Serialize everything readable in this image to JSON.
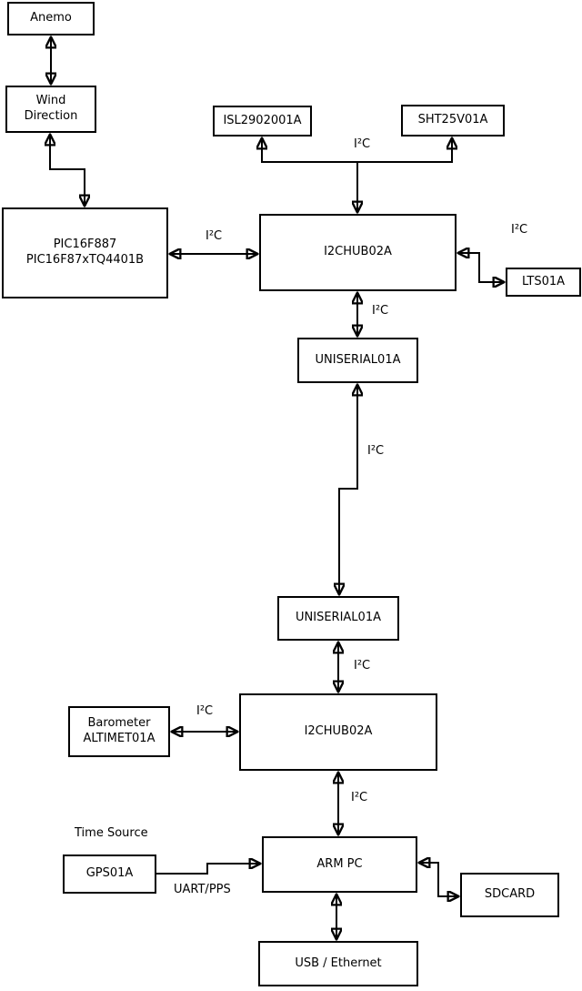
{
  "diagram": {
    "nodes": {
      "anemo": {
        "label": "Anemo"
      },
      "wind": {
        "label": "Wind\nDirection"
      },
      "pic": {
        "label": "PIC16F887\nPIC16F87xTQ4401B"
      },
      "isl": {
        "label": "ISL2902001A"
      },
      "sht": {
        "label": "SHT25V01A"
      },
      "hub1": {
        "label": "I2CHUB02A"
      },
      "lts": {
        "label": "LTS01A"
      },
      "uni1": {
        "label": "UNISERIAL01A"
      },
      "uni2": {
        "label": "UNISERIAL01A"
      },
      "hub2": {
        "label": "I2CHUB02A"
      },
      "baro": {
        "label": "Barometer\nALTIMET01A"
      },
      "gps": {
        "label": "GPS01A"
      },
      "arm": {
        "label": "ARM PC"
      },
      "sdcard": {
        "label": "SDCARD"
      },
      "usb": {
        "label": "USB / Ethernet"
      }
    },
    "annotations": {
      "i2c": "I²C",
      "time_source": "Time Source",
      "uart_pps": "UART/PPS"
    },
    "colors": {
      "line": "#000000",
      "box_border": "#000000",
      "box_fill": "#ffffff",
      "text": "#000000",
      "background": "#ffffff"
    }
  }
}
